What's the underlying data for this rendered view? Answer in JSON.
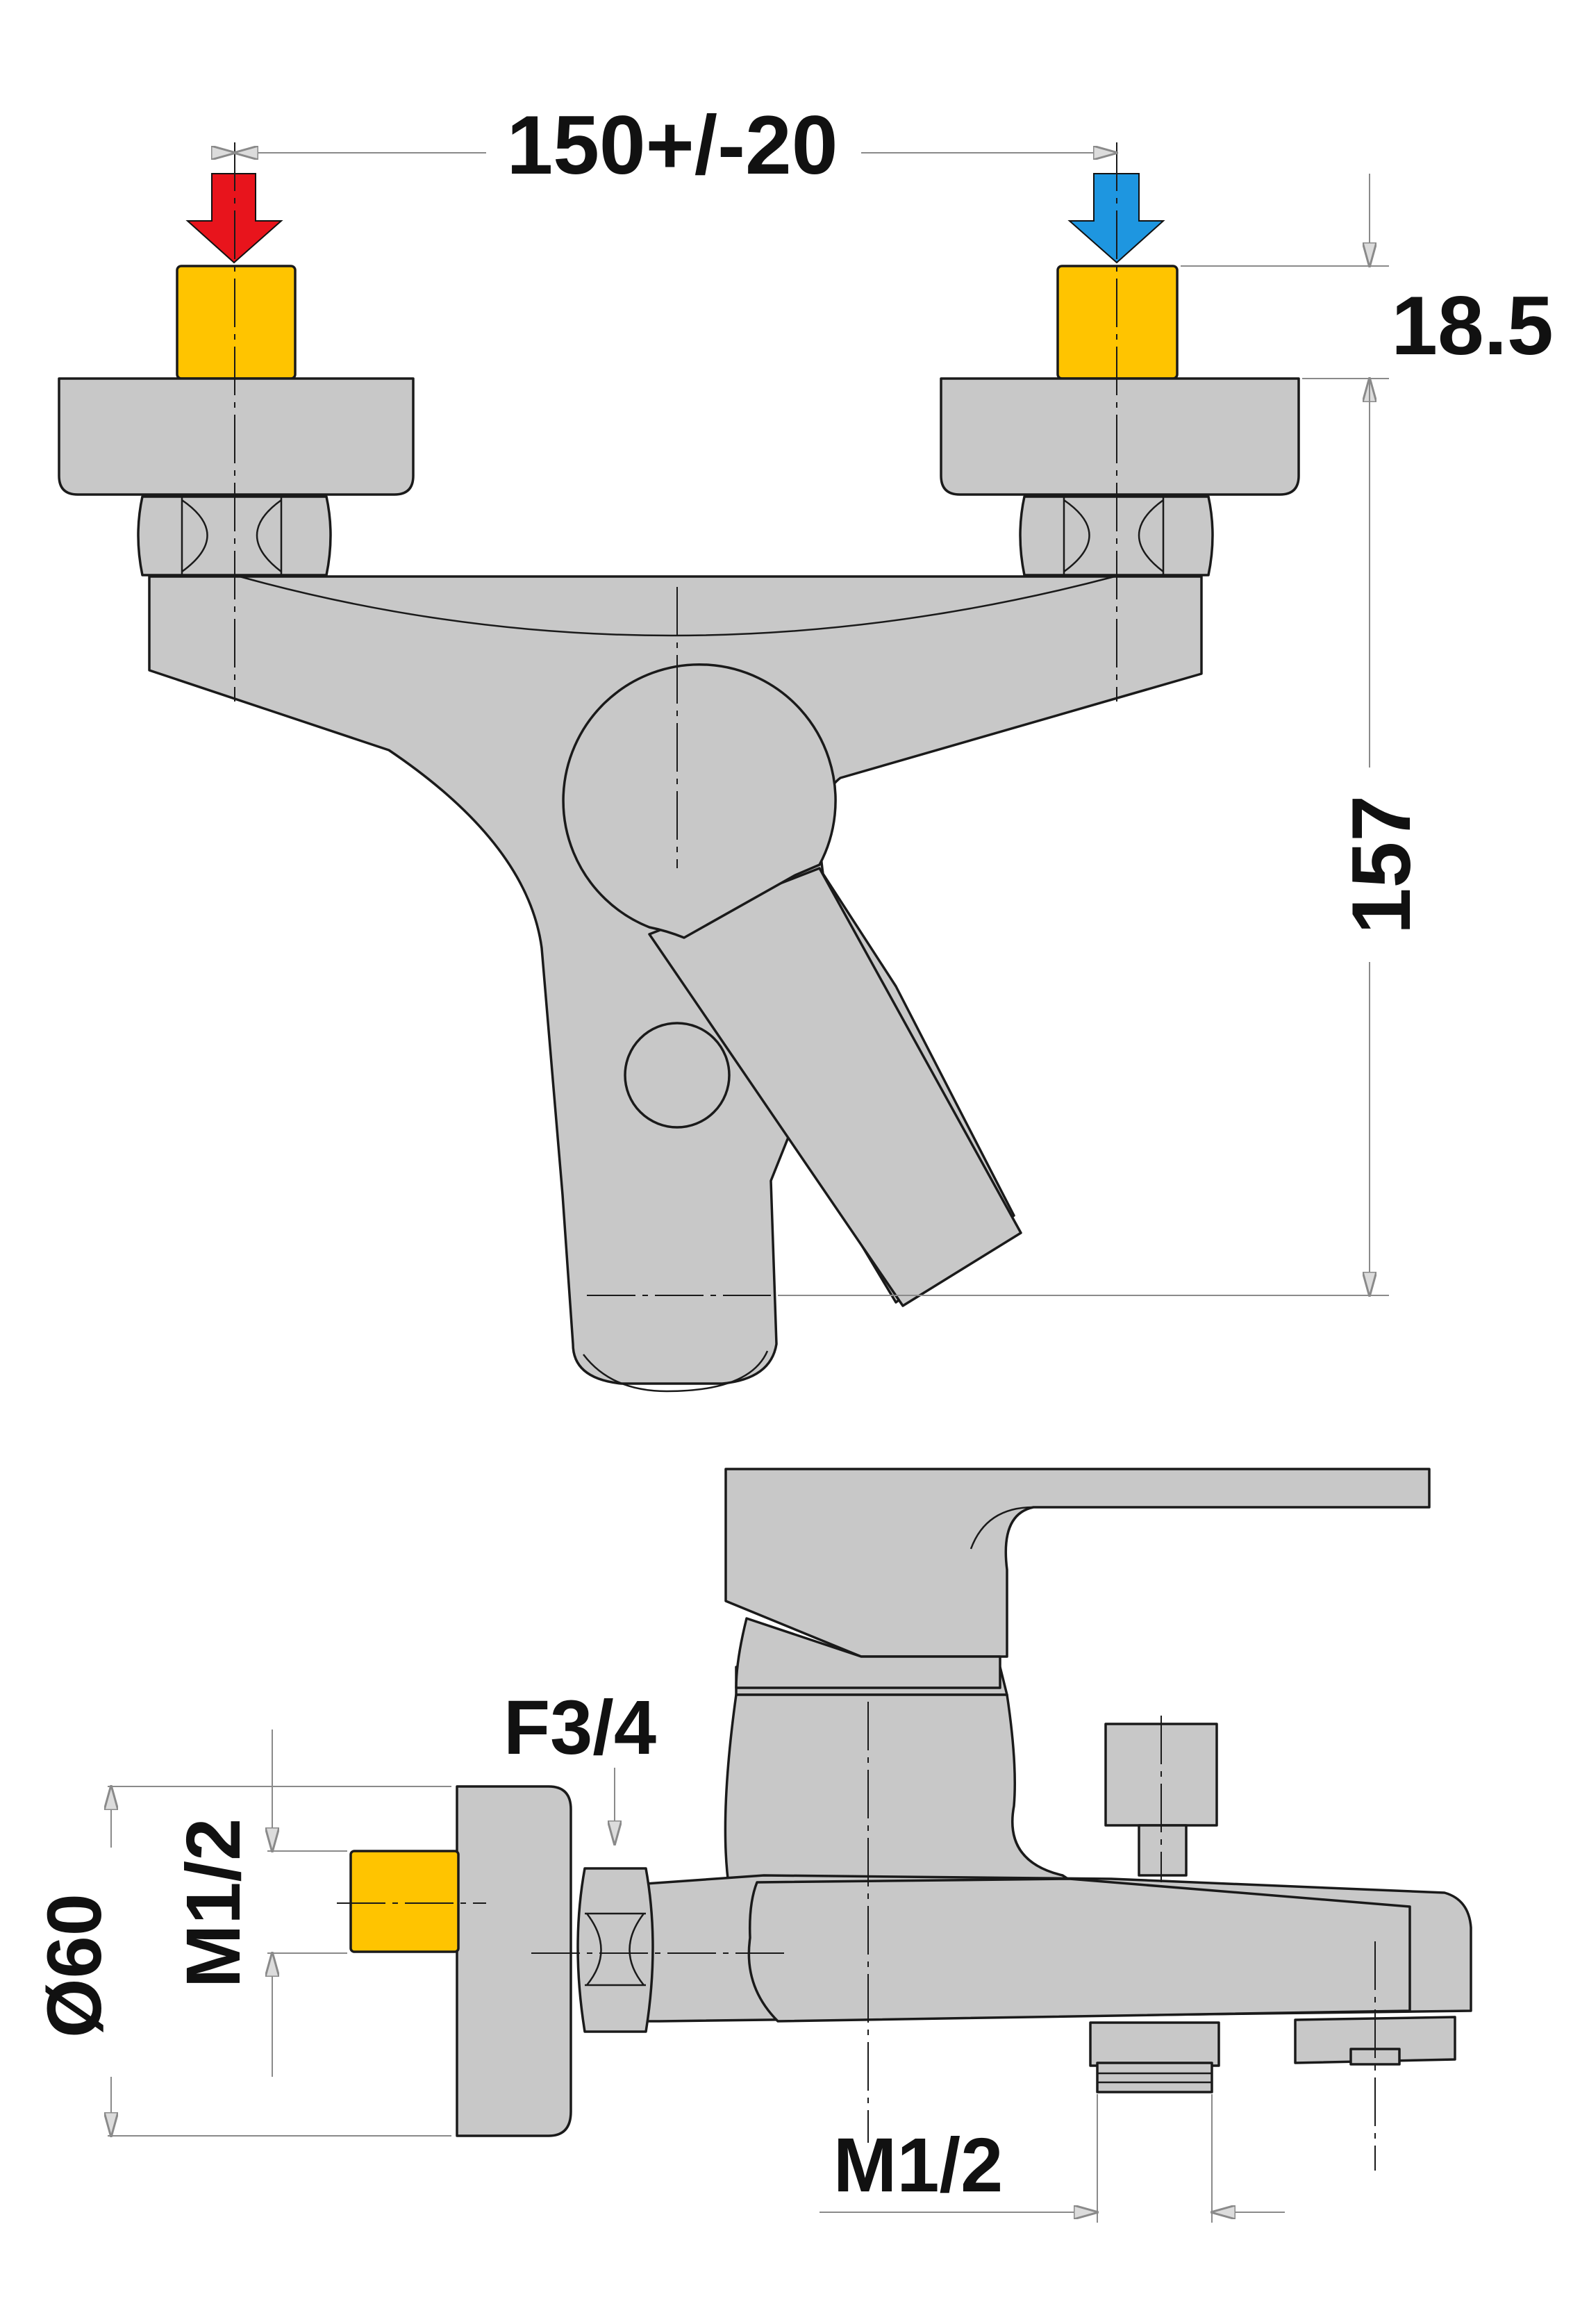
{
  "dimensions": {
    "spacing": "150+/-20",
    "inlet_length": "18.5",
    "height": "157",
    "inlet_thread_side": "F3/4",
    "inlet_thread": "M1/2",
    "rosette_diameter": "Ø60",
    "outlet_thread": "M1/2"
  },
  "colors": {
    "hot_arrow": "#e8141c",
    "cold_arrow": "#1e96e0",
    "brass": "#ffc400",
    "body": "#c8c8c8"
  }
}
